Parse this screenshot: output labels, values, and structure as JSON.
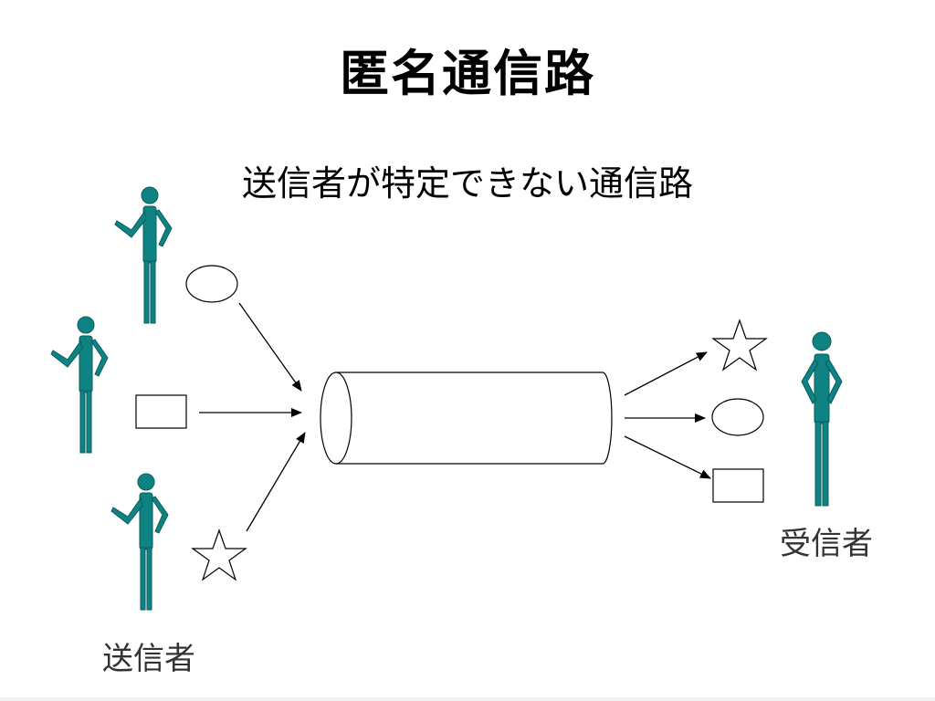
{
  "slide": {
    "title": "匿名通信路",
    "subtitle": "送信者が特定できない通信路"
  },
  "diagram": {
    "sender_label": "送信者",
    "receiver_label": "受信者",
    "person_color": "#0f8383",
    "person_outline": "#0a5c5c",
    "line_color": "#000000",
    "shape_fill": "#ffffff",
    "incoming_messages": [
      "ellipse",
      "rectangle",
      "star"
    ],
    "outgoing_messages": [
      "star",
      "ellipse",
      "rectangle"
    ]
  }
}
